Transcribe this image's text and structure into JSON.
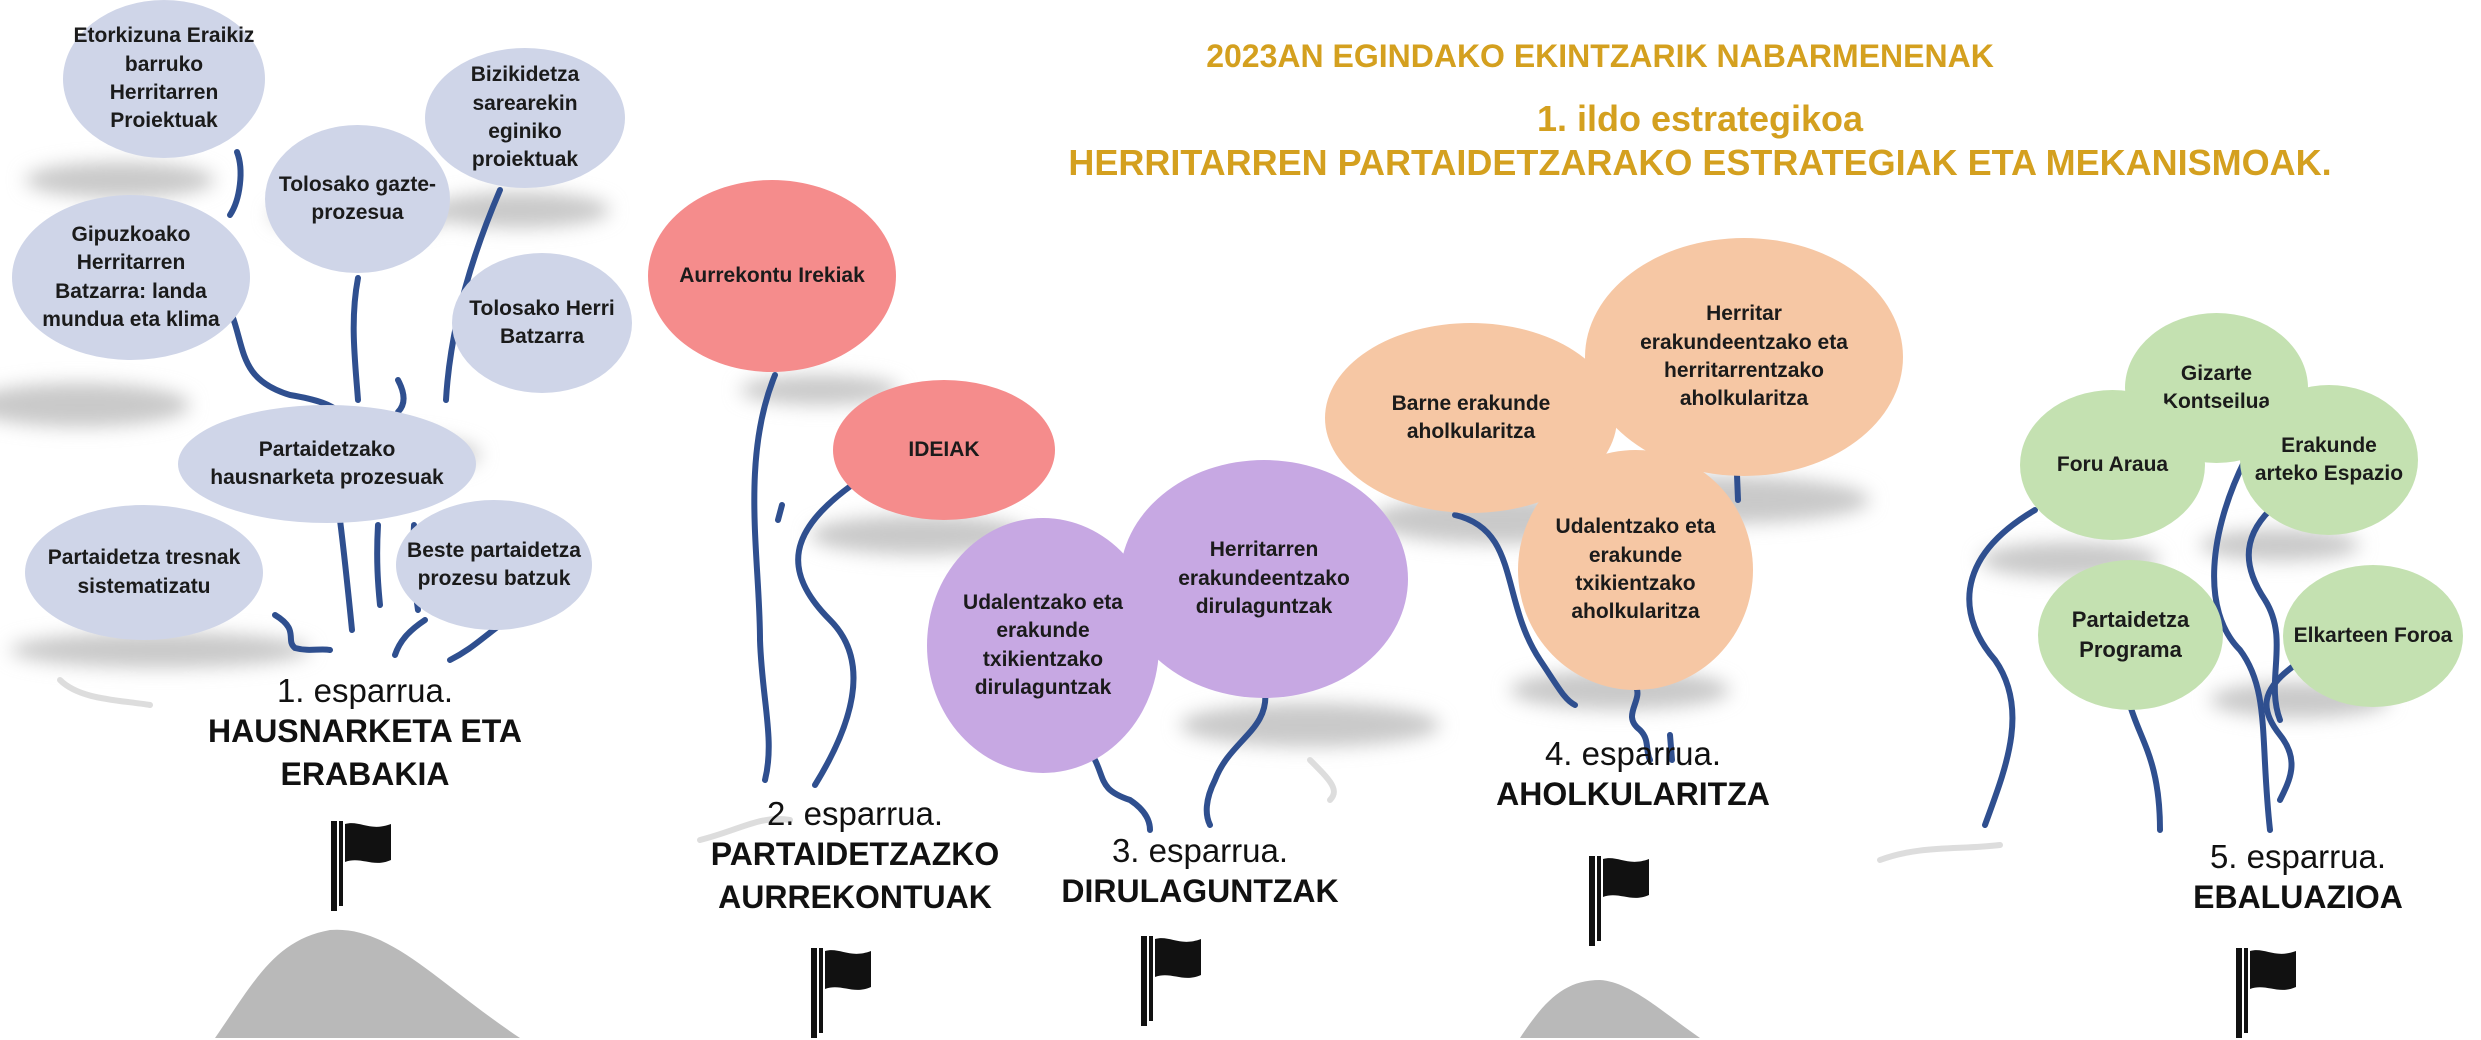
{
  "header": {
    "top_title": "2023AN EGINDAKO EKINTZARIK NABARMENENAK",
    "subtitle_line1": "1. ildo estrategikoa",
    "subtitle_line2": "HERRITARREN PARTAIDETZARAKO ESTRATEGIAK ETA MEKANISMOAK."
  },
  "colors": {
    "title": "#d4a01f",
    "blue_bubble": "#cfd5e8",
    "red_bubble": "#f58c8c",
    "purple_bubble": "#c7a8e3",
    "orange_bubble": "#f6c7a4",
    "green_bubble": "#c4e1b1",
    "string": "#2f4f8f",
    "mountain": "#b7b7b7"
  },
  "areas": [
    {
      "number": "1. esparrua.",
      "title_line1": "HAUSNARKETA ETA",
      "title_line2": "ERABAKIA",
      "icon": "flag-icon",
      "bubbles": [
        "Etorkizuna Eraikiz barruko Herritarren Proiektuak",
        "Bizikidetza sarearekin eginiko proiektuak",
        "Tolosako gazte-prozesua",
        "Gipuzkoako Herritarren Batzarra: landa mundua eta klima",
        "Tolosako Herri Batzarra",
        "Partaidetzako hausnarketa prozesuak",
        "Partaidetza tresnak sistematizatu",
        "Beste partaidetza prozesu batzuk"
      ]
    },
    {
      "number": "2. esparrua.",
      "title_line1": "PARTAIDETZAZKO",
      "title_line2": "AURREKONTUAK",
      "icon": "flag-icon",
      "bubbles": [
        "Aurrekontu Irekiak",
        "IDEIAK"
      ]
    },
    {
      "number": "3. esparrua.",
      "title_line1": "DIRULAGUNTZAK",
      "title_line2": "",
      "icon": "flag-icon",
      "bubbles": [
        "Herritarren erakundeentzako dirulaguntzak",
        "Udalentzako eta erakunde txikientzako dirulaguntzak"
      ]
    },
    {
      "number": "4. esparrua.",
      "title_line1": "AHOLKULARITZA",
      "title_line2": "",
      "icon": "flag-icon",
      "bubbles": [
        "Herritar erakundeentzako eta herritarrentzako aholkularitza",
        "Barne erakunde aholkularitza",
        "Udalentzako eta erakunde txikientzako aholkularitza"
      ]
    },
    {
      "number": "5. esparrua.",
      "title_line1": "EBALUAZIOA",
      "title_line2": "",
      "icon": "flag-icon",
      "bubbles": [
        "Gizarte Kontseilua",
        "Foru Araua",
        "Erakunde arteko Espazio",
        "Partaidetza Programa",
        "Elkarteen Foroa"
      ]
    }
  ]
}
